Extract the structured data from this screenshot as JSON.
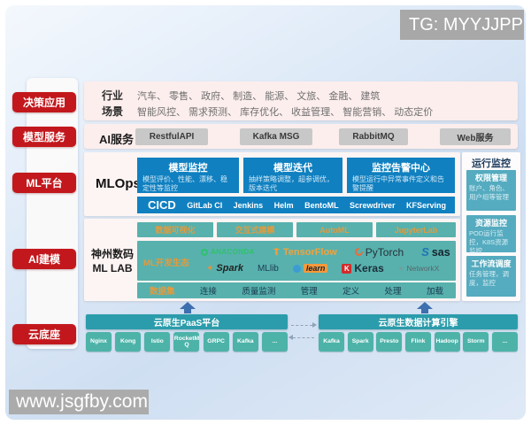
{
  "badge": "TG: MYYJJPP",
  "watermark": "www.jsgfby.com",
  "sidebar_items": [
    "决策应用",
    "模型服务",
    "ML平台",
    "AI建模",
    "云底座"
  ],
  "industry": {
    "row1_label": "行业",
    "row1_text": "汽车、 零售、 政府、 制造、 能源、 文旅、 金融、 建筑",
    "row2_label": "场景",
    "row2_text": "智能风控、 需求预测、 库存优化、 收益管理、 智能营销、 动态定价"
  },
  "ai_service": {
    "label": "AI服务",
    "buttons": [
      "RestfulAPI",
      "Kafka MSG",
      "RabbitMQ",
      "Web服务"
    ]
  },
  "mlops": {
    "label": "MLOps",
    "cards": [
      {
        "title": "模型监控",
        "desc": "模型评价、性能、漂移、稳定性等监控"
      },
      {
        "title": "模型迭代",
        "desc": "抽样策略调整，超参调优，版本迭代"
      },
      {
        "title": "监控告警中心",
        "desc": "模型运行中异常事件定义和告警提醒"
      }
    ],
    "cicd_label": "CICD",
    "cicd_items": [
      "GitLab CI",
      "Jenkins",
      "Helm",
      "BentoML",
      "Screwdriver",
      "KFServing"
    ]
  },
  "mllab": {
    "label_line1": "神州数码",
    "label_line2": "ML LAB",
    "tools": [
      "数据可视化",
      "交互式建模",
      "AutoML",
      "JupyterLab"
    ],
    "eco_label": "ML开发生态",
    "logos": {
      "anaconda": "ANACONDA",
      "tensorflow": "TensorFlow",
      "pytorch": "PyTorch",
      "sas": "sas",
      "spark": "Spark",
      "mllib": "MLlib",
      "sklearn": "learn",
      "keras_k": "K",
      "keras": "Keras",
      "networkx": "NetworkX"
    },
    "data_label": "数据集",
    "data_items": [
      "连接",
      "质量监测",
      "管理",
      "定义",
      "处理",
      "加载"
    ]
  },
  "monitor": {
    "title": "运行监控",
    "cards": [
      {
        "title": "权限管理",
        "desc": "账户、角色、用户组等管理"
      },
      {
        "title": "资源监控",
        "desc": "POD运行监控，K8S资源监控"
      },
      {
        "title": "工作流调度",
        "desc": "任务管理，调度，监控"
      }
    ]
  },
  "cloud": {
    "paas_title": "云原生PaaS平台",
    "paas_chips": [
      "Nginx",
      "Kong",
      "Istio",
      "RocketMQ",
      "GRPC",
      "Kafka",
      "..."
    ],
    "bigdata_title": "云原生数据计算引擎",
    "bigdata_chips": [
      "Kafka",
      "Spark",
      "Presto",
      "Flink",
      "Hadoop",
      "Storm",
      "..."
    ]
  },
  "colors": {
    "accent_red": "#c2181d",
    "accent_blue": "#1080c0",
    "teal": "#58b1ad",
    "teal_dark": "#2b9cab",
    "chip_teal": "#4db3a9",
    "monitor_teal": "#55abbf",
    "orange_text": "#e39b3d",
    "pink_panel": "#fceeed",
    "gray_button": "#c8c8c8"
  }
}
